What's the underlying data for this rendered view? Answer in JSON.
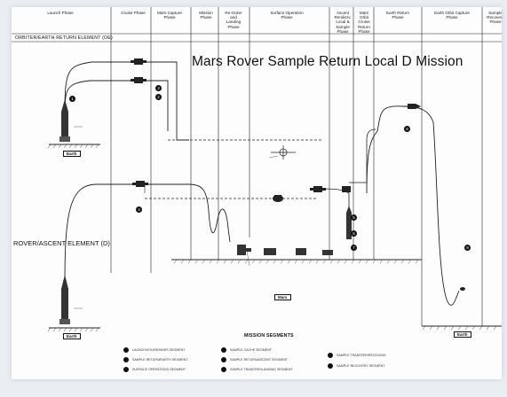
{
  "title": "Mars Rover Sample Return Local D Mission",
  "phases": [
    "Launch Phase",
    "Cruise Phase",
    "Mars Capture\nPhase",
    "Mission\nPhase",
    "Re-Order\nand\nLanding\nPhase",
    "Surface Operation\nPhase",
    "Ascent\nRendezv.\nLocal &\nSample\nPhase",
    "Mars\nOrbit\nCruise\nReturn\nPhase",
    "Earth Return\nPhase",
    "Earth Orbit Capture\nPhase",
    "Sample\nRecovery\nPhase"
  ],
  "elements": {
    "orbiter": "ORBITER/EARTH RETURN ELEMENT (OE)",
    "rover": "ROVER/ASCENT ELEMENT (D)"
  },
  "ground_labels": {
    "earth_top": "Earth",
    "earth_bottom": "Earth",
    "mars": "Mars",
    "earth_right": "Earth"
  },
  "legend": {
    "title": "MISSION SEGMENTS",
    "items": [
      "LAUNCH/CRUISE/MARS SEGMENT",
      "SAMPLE RETURN/EARTH SEGMENT",
      "SURFACE OPERATIONS SEGMENT",
      "SAMPLE CACHE SEGMENT",
      "SAMPLE RETURN/ASCENT SEGMENT",
      "SAMPLE TRANSFER/LANDING SEGMENT",
      "SAMPLE TRANSFER/RECEIVING",
      "SAMPLE RECOVERY SEGMENT"
    ]
  }
}
